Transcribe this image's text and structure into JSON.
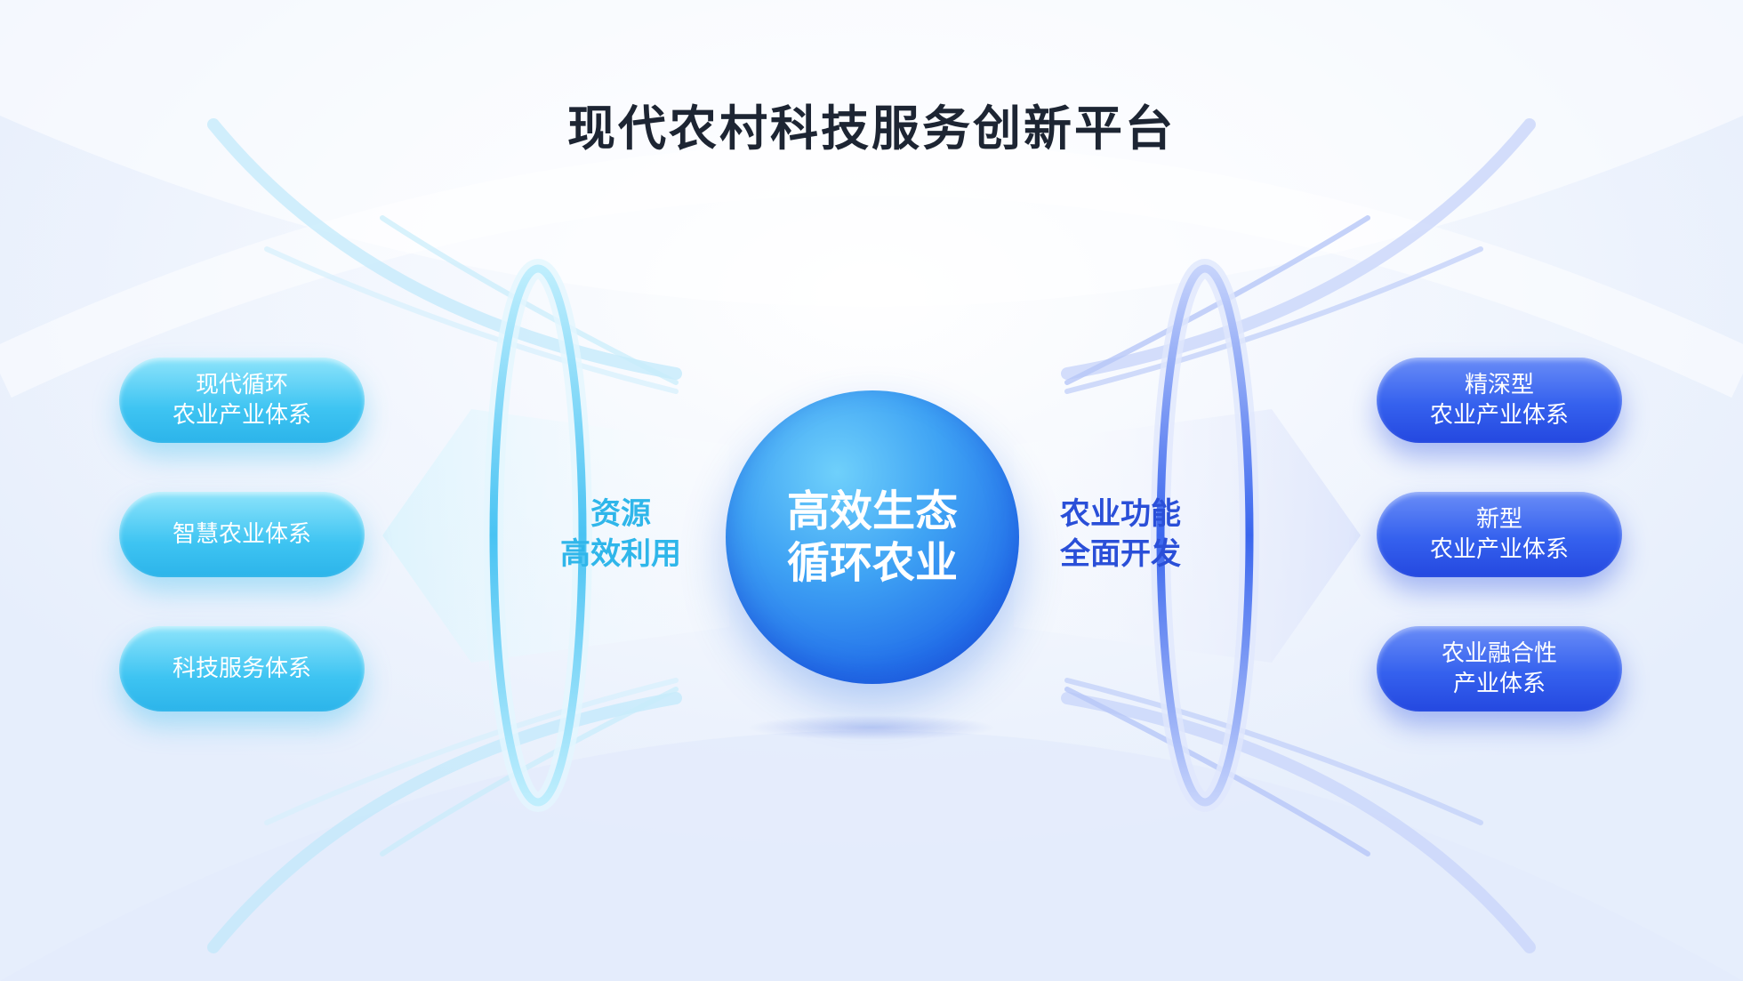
{
  "title": "现代农村科技服务创新平台",
  "center": {
    "text": "高效生态\n循环农业"
  },
  "left_label": "资源\n高效利用",
  "right_label": "农业功能\n全面开发",
  "left_items": [
    {
      "label": "现代循环\n农业产业体系"
    },
    {
      "label": "智慧农业体系"
    },
    {
      "label": "科技服务体系"
    }
  ],
  "right_items": [
    {
      "label": "精深型\n农业产业体系"
    },
    {
      "label": "新型\n农业产业体系"
    },
    {
      "label": "农业融合性\n产业体系"
    }
  ],
  "colors": {
    "left_accent": "#3ec4f2",
    "right_accent": "#2a4fd8",
    "title_text": "#1d2533"
  }
}
